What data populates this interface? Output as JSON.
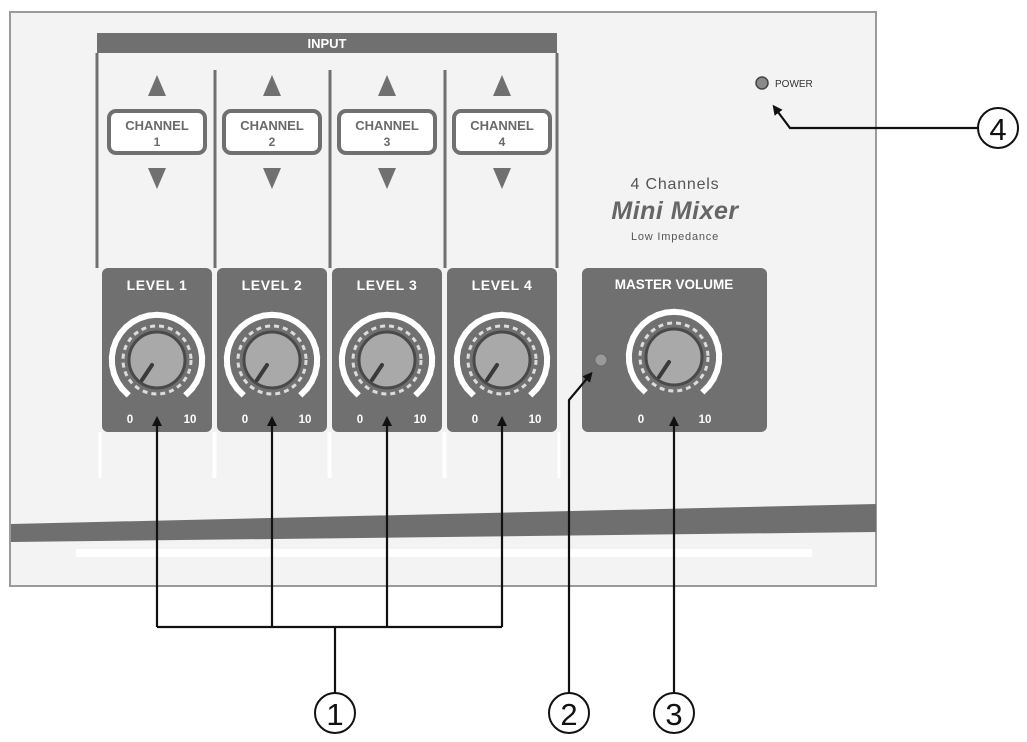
{
  "input_header": "INPUT",
  "channels": [
    {
      "line1": "CHANNEL",
      "line2": "1",
      "level": "LEVEL 1",
      "min": "0",
      "max": "10"
    },
    {
      "line1": "CHANNEL",
      "line2": "2",
      "level": "LEVEL 2",
      "min": "0",
      "max": "10"
    },
    {
      "line1": "CHANNEL",
      "line2": "3",
      "level": "LEVEL 3",
      "min": "0",
      "max": "10"
    },
    {
      "line1": "CHANNEL",
      "line2": "4",
      "level": "LEVEL 4",
      "min": "0",
      "max": "10"
    }
  ],
  "master": {
    "label": "MASTER VOLUME",
    "min": "0",
    "max": "10"
  },
  "power": {
    "label": "POWER"
  },
  "brand": {
    "line1": "4 Channels",
    "line2": "Mini Mixer",
    "line3": "Low Impedance"
  },
  "callouts": {
    "c1": "1",
    "c2": "2",
    "c3": "3",
    "c4": "4"
  },
  "colors": {
    "panel": "#f3f3f3",
    "panel_border": "#9a9a9a",
    "block": "#707070",
    "knob": "#a9a9a9",
    "text_white": "#ffffff",
    "ink": "#111111"
  }
}
